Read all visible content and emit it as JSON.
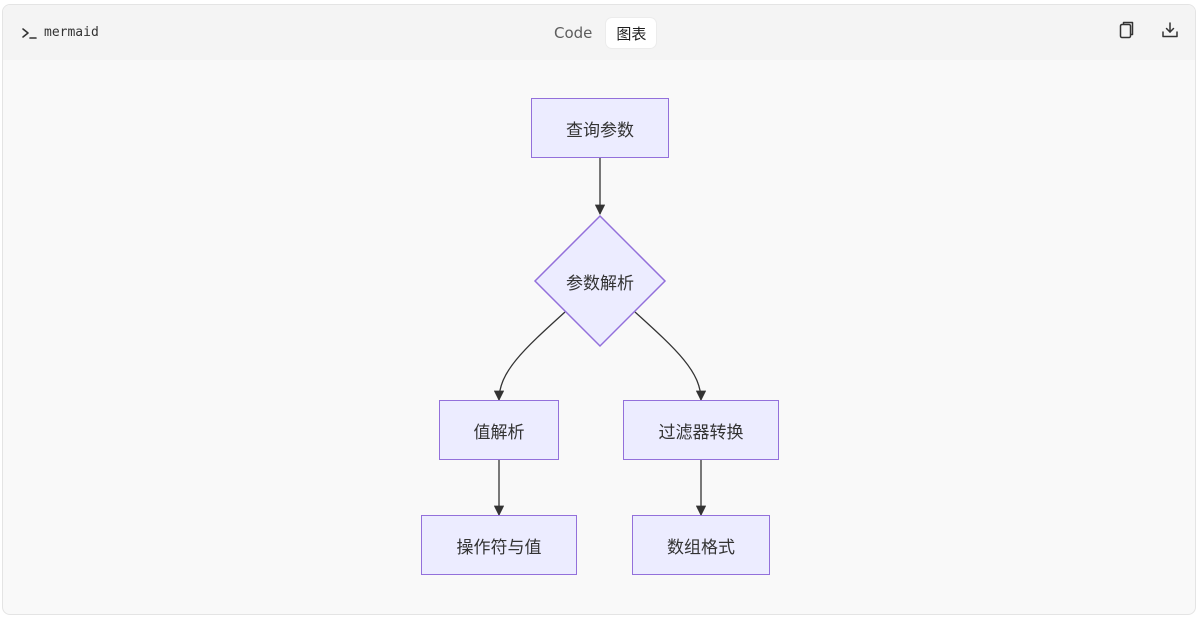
{
  "header": {
    "language_label": "mermaid",
    "prompt_icon": "terminal-icon",
    "tabs": [
      {
        "label": "Code",
        "active": false
      },
      {
        "label": "图表",
        "active": true
      }
    ],
    "actions": [
      {
        "icon": "copy-icon"
      },
      {
        "icon": "download-icon"
      }
    ]
  },
  "diagram": {
    "type": "flowchart",
    "direction": "TD",
    "node_fill": "#ececff",
    "node_stroke": "#9370db",
    "edge_color": "#333333",
    "nodes": {
      "query_params": "查询参数",
      "param_parse": "参数解析",
      "value_parse": "值解析",
      "filter_convert": "过滤器转换",
      "operator_value": "操作符与值",
      "array_format": "数组格式"
    },
    "edges": [
      {
        "from": "查询参数",
        "to": "参数解析"
      },
      {
        "from": "参数解析",
        "to": "值解析"
      },
      {
        "from": "参数解析",
        "to": "过滤器转换"
      },
      {
        "from": "值解析",
        "to": "操作符与值"
      },
      {
        "from": "过滤器转换",
        "to": "数组格式"
      }
    ]
  }
}
